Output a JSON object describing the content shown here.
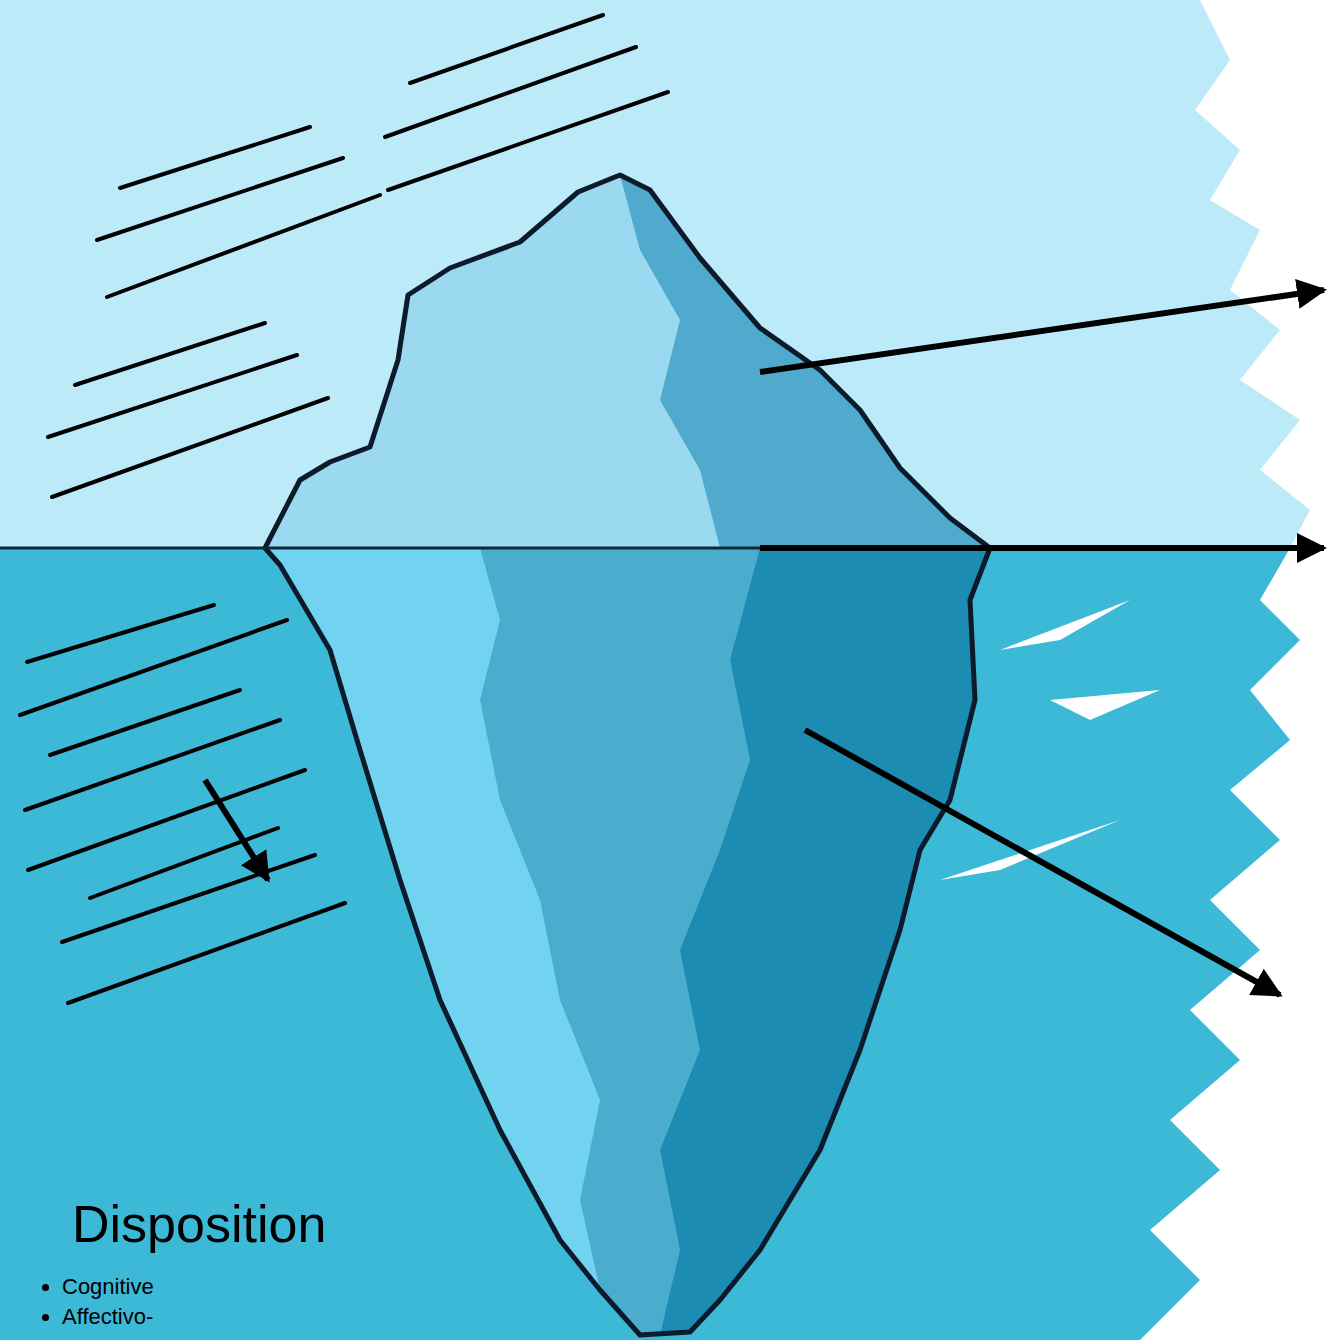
{
  "diagram": {
    "labels": [
      "Disposition",
      "Cognitive",
      "Affectivo-"
    ]
  }
}
